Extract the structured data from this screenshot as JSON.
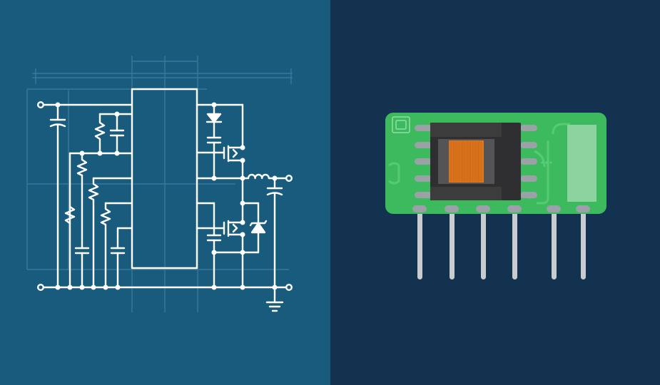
{
  "colors": {
    "left_background": "#195b7d",
    "right_background": "#12324f",
    "schematic_line": "#ffffff",
    "blueprint_grid": "#3f7ea1",
    "pcb_green": "#3dba5e",
    "pcb_trace": "#5ccd79",
    "transformer_core": "#3c3c3c",
    "winding_copper": "#e0781e",
    "pin_metal": "#c9cccf",
    "pad_gray": "#9aa2a8",
    "label_area": "#8dd3a0"
  },
  "schematic": {
    "components": [
      "ic",
      "resistor",
      "capacitor",
      "diode",
      "mosfet",
      "inductor",
      "zener-diode",
      "ground"
    ]
  },
  "module": {
    "pin_count": 6,
    "pad_count_per_side": 5
  }
}
